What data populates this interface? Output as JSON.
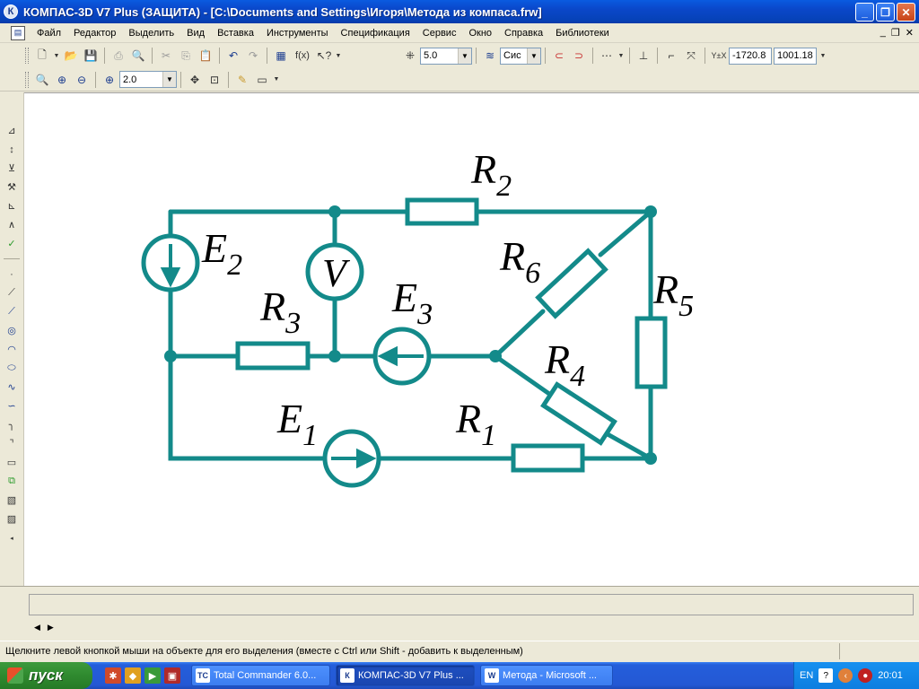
{
  "window": {
    "title": "КОМПАС-3D V7 Plus (ЗАЩИТА) - [C:\\Documents and Settings\\Игоря\\Метода из компаса.frw]",
    "icon": "К"
  },
  "menu": {
    "items": [
      "Файл",
      "Редактор",
      "Выделить",
      "Вид",
      "Вставка",
      "Инструменты",
      "Спецификация",
      "Сервис",
      "Окно",
      "Справка",
      "Библиотеки"
    ]
  },
  "toolbar1": {
    "step_value": "5.0",
    "cs_value": "Сис",
    "coord_x": "-1720.8",
    "coord_y": "1001.18",
    "func_label": "f(x)"
  },
  "toolbar2": {
    "zoom_value": "2.0"
  },
  "diagram": {
    "labels": {
      "R1": {
        "main": "R",
        "sub": "1"
      },
      "R2": {
        "main": "R",
        "sub": "2"
      },
      "R3": {
        "main": "R",
        "sub": "3"
      },
      "R4": {
        "main": "R",
        "sub": "4"
      },
      "R5": {
        "main": "R",
        "sub": "5"
      },
      "R6": {
        "main": "R",
        "sub": "6"
      },
      "E1": {
        "main": "E",
        "sub": "1"
      },
      "E2": {
        "main": "E",
        "sub": "2"
      },
      "E3": {
        "main": "E",
        "sub": "3"
      },
      "V": "V"
    },
    "stroke_color": "#138a8a"
  },
  "status": {
    "text": "Щелкните левой кнопкой мыши на объекте для его выделения (вместе с Ctrl или Shift - добавить к выделенным)"
  },
  "taskbar": {
    "start_label": "пуск",
    "tasks": [
      {
        "label": "Total Commander 6.0...",
        "icon": "TC"
      },
      {
        "label": "КОМПАС-3D V7 Plus ...",
        "icon": "К"
      },
      {
        "label": "Метода - Microsoft ...",
        "icon": "W"
      }
    ],
    "lang": "EN",
    "clock": "20:01"
  }
}
